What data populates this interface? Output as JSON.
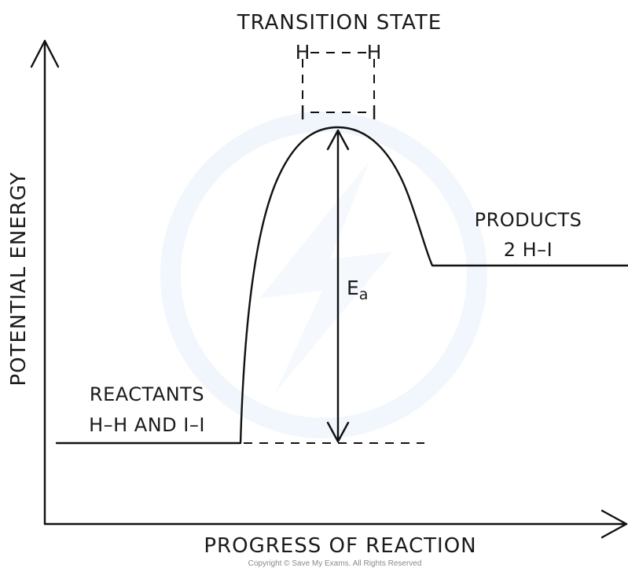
{
  "transition_state": {
    "title": "TRANSITION STATE",
    "top_left_atom": "H",
    "top_right_atom": "H",
    "bottom_left_atom": "I",
    "bottom_right_atom": "I"
  },
  "axes": {
    "y_label": "POTENTIAL ENERGY",
    "x_label": "PROGRESS OF REACTION"
  },
  "reactants": {
    "title": "REACTANTS",
    "formula": "H–H AND I–I"
  },
  "products": {
    "title": "PRODUCTS",
    "formula": "2 H–I"
  },
  "activation_energy": {
    "symbol": "E",
    "subscript": "a"
  },
  "copyright": "Copyright © Save My Exams. All Rights Reserved",
  "colors": {
    "line": "#111111",
    "watermark": "#e8f2fb"
  }
}
